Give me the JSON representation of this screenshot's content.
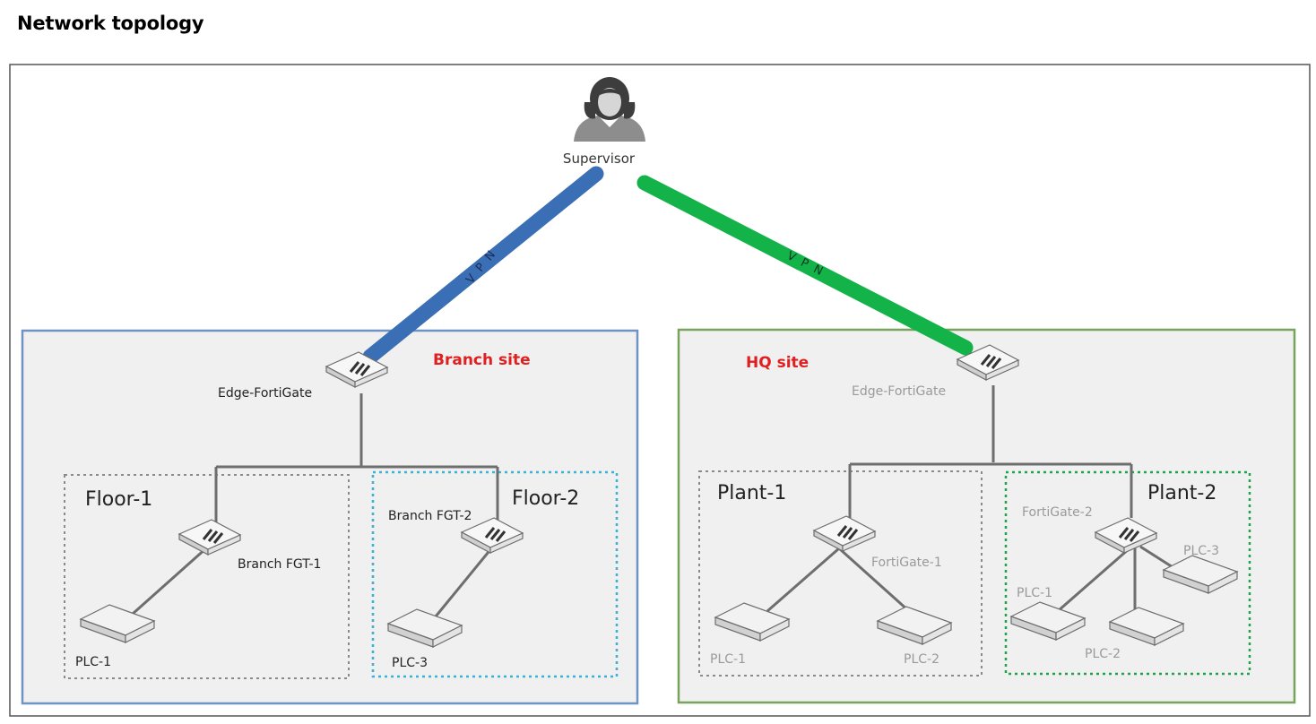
{
  "page_title": "Network topology",
  "supervisor": {
    "label": "Supervisor"
  },
  "vpn_links": {
    "branch": {
      "label": "V P N",
      "color": "#3a6fb5"
    },
    "hq": {
      "label": "V P N",
      "color": "#13b34a"
    }
  },
  "branch_site": {
    "title": "Branch site",
    "title_color": "#e02020",
    "border_color": "#6f94c4",
    "edge_label": "Edge-FortiGate",
    "floors": [
      {
        "title": "Floor-1",
        "fgt_label": "Branch FGT-1",
        "plc_label": "PLC-1",
        "border_color": "#8a8a8a"
      },
      {
        "title": "Floor-2",
        "fgt_label": "Branch FGT-2",
        "plc_label": "PLC-3",
        "border_color": "#3ab2d8"
      }
    ]
  },
  "hq_site": {
    "title": "HQ site",
    "title_color": "#e02020",
    "border_color": "#77a35a",
    "edge_label": "Edge-FortiGate",
    "plants": [
      {
        "title": "Plant-1",
        "fgt_label": "FortiGate-1",
        "plc_labels": [
          "PLC-1",
          "PLC-2"
        ],
        "border_color": "#8a8a8a"
      },
      {
        "title": "Plant-2",
        "fgt_label": "FortiGate-2",
        "plc_labels": [
          "PLC-1",
          "PLC-2",
          "PLC-3"
        ],
        "border_color": "#1ea34a"
      }
    ]
  }
}
